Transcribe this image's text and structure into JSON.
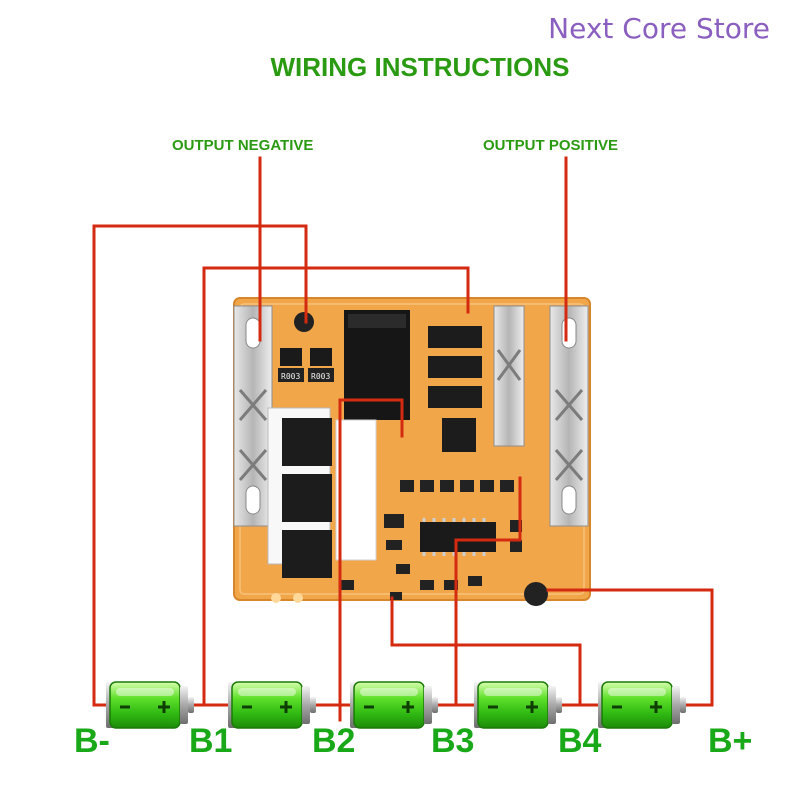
{
  "store_name": "Next Core Store",
  "title": "WIRING INSTRUCTIONS",
  "labels": {
    "output_negative": "OUTPUT NEGATIVE",
    "output_positive": "OUTPUT POSITIVE"
  },
  "terminals": [
    "B-",
    "B1",
    "B2",
    "B3",
    "B4",
    "B+"
  ],
  "board_markings": {
    "resistor_1": "R003",
    "resistor_2": "R003"
  },
  "colors": {
    "wire": "#d42a10",
    "label_green": "#2a9a12",
    "terminal_green": "#18a818",
    "store_purple": "#8a5fc0",
    "pcb": "#f2a64a"
  }
}
